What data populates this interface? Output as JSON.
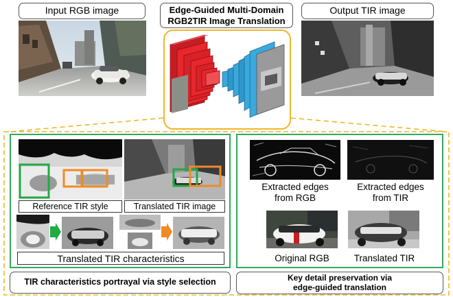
{
  "top": {
    "input_label": "Input RGB image",
    "title_line1": "Edge-Guided Multi-Domain",
    "title_line2": "RGB2TIR Image Translation",
    "output_label": "Output TIR image"
  },
  "left_panel": {
    "reference_label": "Reference TIR style",
    "translated_label": "Translated TIR image",
    "characteristics_label": "Translated TIR characteristics",
    "bottom_caption": "TIR characteristics portrayal via style selection"
  },
  "right_panel": {
    "edges_rgb_line1": "Extracted edges",
    "edges_rgb_line2": "from RGB",
    "edges_tir_line1": "Extracted edges",
    "edges_tir_line2": "from TIR",
    "original_rgb": "Original RGB",
    "translated_tir": "Translated TIR",
    "bottom_caption_line1": "Key detail preservation via",
    "bottom_caption_line2": "edge-guided translation"
  },
  "colors": {
    "encoder_red": "#e8262c",
    "decoder_blue": "#3aa9dd",
    "panel_green": "#2eaa5c",
    "connector_yellow": "#f0b428",
    "highlight_orange": "#f08a24",
    "highlight_green": "#22aa44"
  }
}
